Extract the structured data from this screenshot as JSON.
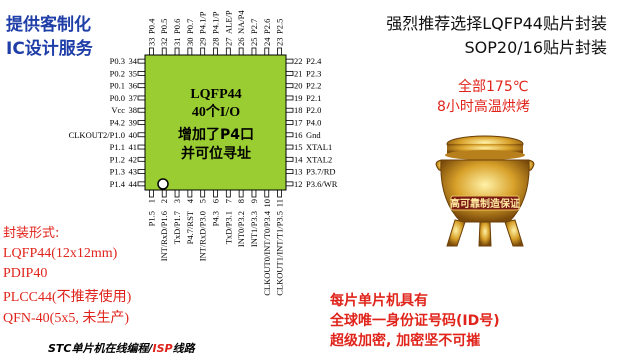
{
  "service": {
    "line1": "提供客制化",
    "line2": "IC设计服务"
  },
  "recommend": {
    "line1": "强烈推荐选择LQFP44贴片封装",
    "line2": "SOP20/16贴片封装"
  },
  "bake": {
    "line1": "全部175℃",
    "line2": "8小时高温烘烤"
  },
  "chip": {
    "line1": "LQFP44",
    "line2": "40个I/O",
    "line3": "增加了P4口",
    "line4": "并可位寻址",
    "top_pins": [
      {
        "num": "33",
        "label": "P0.4"
      },
      {
        "num": "32",
        "label": "P0.5"
      },
      {
        "num": "31",
        "label": "P0.6"
      },
      {
        "num": "30",
        "label": "P0.7"
      },
      {
        "num": "29",
        "label": "P4.1/P"
      },
      {
        "num": "28",
        "label": "P4.1/P"
      },
      {
        "num": "27",
        "label": "ALE/P"
      },
      {
        "num": "26",
        "label": "NA/P4"
      },
      {
        "num": "25",
        "label": "P2.7"
      },
      {
        "num": "24",
        "label": "P2.6"
      },
      {
        "num": "23",
        "label": "P2.5"
      }
    ],
    "left_pins": [
      {
        "num": "34",
        "label": "P0.3"
      },
      {
        "num": "35",
        "label": "P0.2"
      },
      {
        "num": "36",
        "label": "P0.1"
      },
      {
        "num": "37",
        "label": "P0.0"
      },
      {
        "num": "38",
        "label": "Vcc"
      },
      {
        "num": "39",
        "label": "P4.2"
      },
      {
        "num": "40",
        "label": "CLKOUT2/P1.0"
      },
      {
        "num": "41",
        "label": "P1.1"
      },
      {
        "num": "42",
        "label": "P1.2"
      },
      {
        "num": "43",
        "label": "P1.3"
      },
      {
        "num": "44",
        "label": "P1.4"
      }
    ],
    "right_pins": [
      {
        "num": "22",
        "label": "P2.4"
      },
      {
        "num": "21",
        "label": "P2.3"
      },
      {
        "num": "20",
        "label": "P2.2"
      },
      {
        "num": "19",
        "label": "P2.1"
      },
      {
        "num": "18",
        "label": "P2.0"
      },
      {
        "num": "17",
        "label": "P4.0"
      },
      {
        "num": "16",
        "label": "Gnd"
      },
      {
        "num": "15",
        "label": "XTAL1"
      },
      {
        "num": "14",
        "label": "XTAL2"
      },
      {
        "num": "13",
        "label": "P3.7/RD"
      },
      {
        "num": "12",
        "label": "P3.6/WR"
      }
    ],
    "bottom_pins": [
      {
        "num": "1",
        "label": "P1.5"
      },
      {
        "num": "2",
        "label": "INT/RxD/P1.6"
      },
      {
        "num": "3",
        "label": "TxD/P1.7"
      },
      {
        "num": "4",
        "label": "P4.7/RST"
      },
      {
        "num": "5",
        "label": "INT/RxD/P3.0"
      },
      {
        "num": "6",
        "label": "P4.3"
      },
      {
        "num": "7",
        "label": "TxD/P3.1"
      },
      {
        "num": "8",
        "label": "INT0/P3.2"
      },
      {
        "num": "9",
        "label": "INT1/P3.3"
      },
      {
        "num": "10",
        "label": "CLKOUT0/INT/T0/P3.4"
      },
      {
        "num": "11",
        "label": "CLKOUT1/INT/T1/P3.5"
      }
    ]
  },
  "package": {
    "title": "封装形式:",
    "lines": [
      "LQFP44(12x12mm)",
      "PDIP40",
      "PLCC44(不推荐使用)",
      "QFN-40(5x5, 未生产)"
    ]
  },
  "urn_plaque": "高可靠制造保证",
  "unique": {
    "line1": "每片单片机具有",
    "line2": "全球唯一身份证号码(ID号)",
    "line3": "超级加密, 加密坚不可摧"
  },
  "footer": {
    "part1": "STC单片机在线编程/",
    "part2": "ISP",
    "part3": "线路"
  },
  "colors": {
    "chip_fill": "#9acd32",
    "accent_red": "#e0241b",
    "service_blue": "#1f3ea8"
  }
}
